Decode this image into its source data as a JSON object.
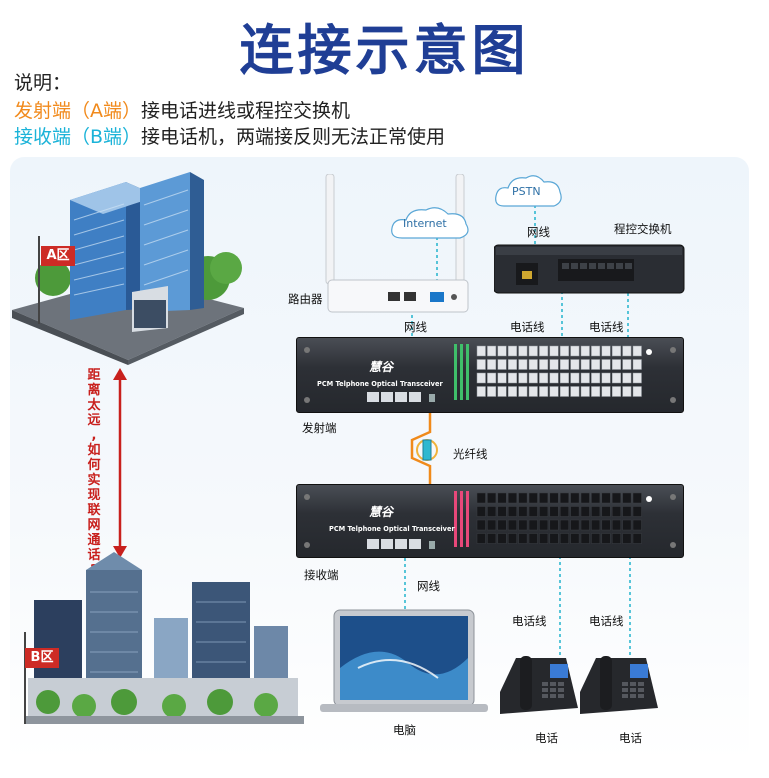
{
  "title": "连接示意图",
  "notes": {
    "heading": "说明：",
    "line1_label": "发射端（A端）",
    "line1_text": "接电话进线或程控交换机",
    "line2_label": "接收端（B端）",
    "line2_text": "接电话机，两端接反则无法正常使用"
  },
  "buildings": {
    "a_flag": "A区",
    "b_flag": "B区",
    "distance_chars": [
      "距",
      "离",
      "太",
      "远",
      ",",
      "如",
      "何",
      "实",
      "现",
      "联",
      "网",
      "通",
      "话",
      "?"
    ]
  },
  "devices": {
    "router": "路由器",
    "pbx": "程控交换机",
    "transmitter": "发射端",
    "receiver": "接收端",
    "computer": "电脑",
    "phone_1": "电话",
    "phone_2": "电话",
    "logo": "慧谷",
    "caption": "PCM Telphone Optical Transceiver"
  },
  "clouds": {
    "internet": "Internet",
    "pstn": "PSTN"
  },
  "lines": {
    "pstn_line": "网线",
    "router_line": "网线",
    "pbx_phone_line_1": "电话线",
    "pbx_phone_line_2": "电话线",
    "fiber": "光纤线",
    "rx_network_line": "网线",
    "rx_phone_line_1": "电话线",
    "rx_phone_line_2": "电话线"
  },
  "colors": {
    "title": "#1f3e95",
    "a_label": "#f18a1c",
    "b_label": "#1bb3d8",
    "fiber": "#f08a1a",
    "network_line": "#2fb8d0",
    "distance": "#c8201d"
  }
}
